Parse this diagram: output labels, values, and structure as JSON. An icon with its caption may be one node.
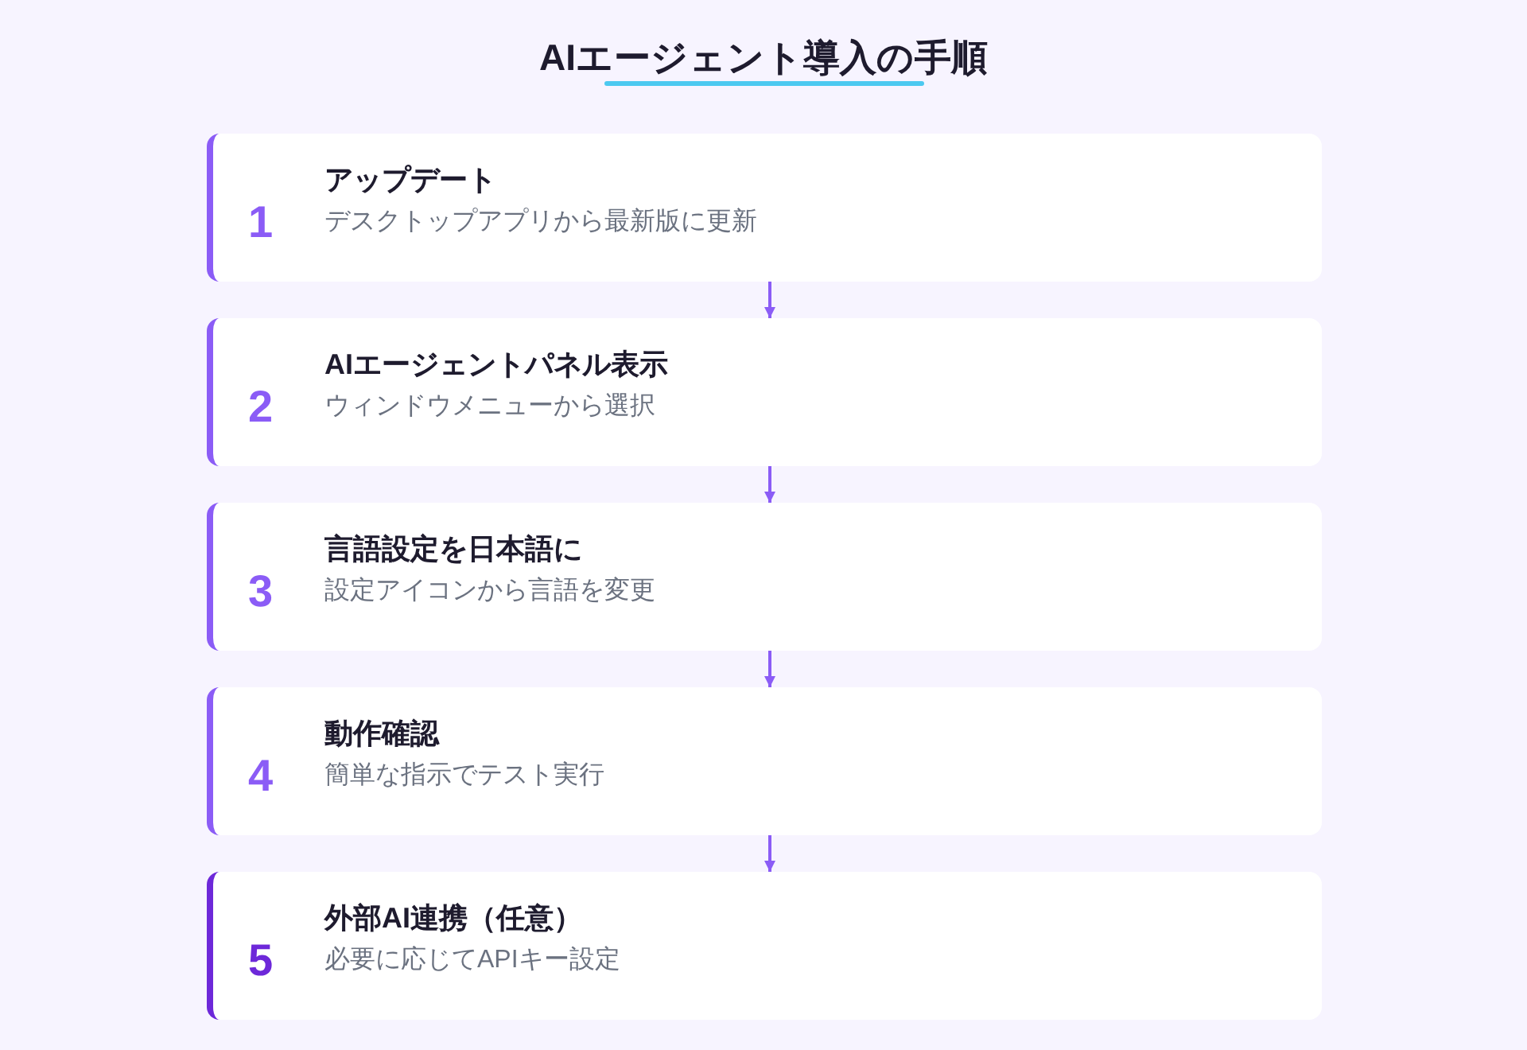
{
  "diagram": {
    "title": "AIエージェント導入の手順",
    "nodes": [
      {
        "text": [
          "1",
          "アップデート",
          "デスクトップアプリから最新版に更新"
        ]
      },
      {
        "text": [
          "2",
          "AIエージェントパネル表示",
          "ウィンドウメニューから選択"
        ]
      },
      {
        "text": [
          "3",
          "言語設定を日本語に",
          "設定アイコンから言語を変更"
        ]
      },
      {
        "text": [
          "4",
          "動作確認",
          "簡単な指示でテスト実行"
        ]
      },
      {
        "text": [
          "5",
          "外部AI連携（任意）",
          "必要に応じてAPIキー設定"
        ]
      }
    ],
    "edges": [
      {
        "from": 0,
        "to": 1,
        "arrow": "to"
      },
      {
        "from": 1,
        "to": 2,
        "arrow": "to"
      },
      {
        "from": 2,
        "to": 3,
        "arrow": "to"
      },
      {
        "from": 3,
        "to": 4,
        "arrow": "to"
      }
    ]
  }
}
